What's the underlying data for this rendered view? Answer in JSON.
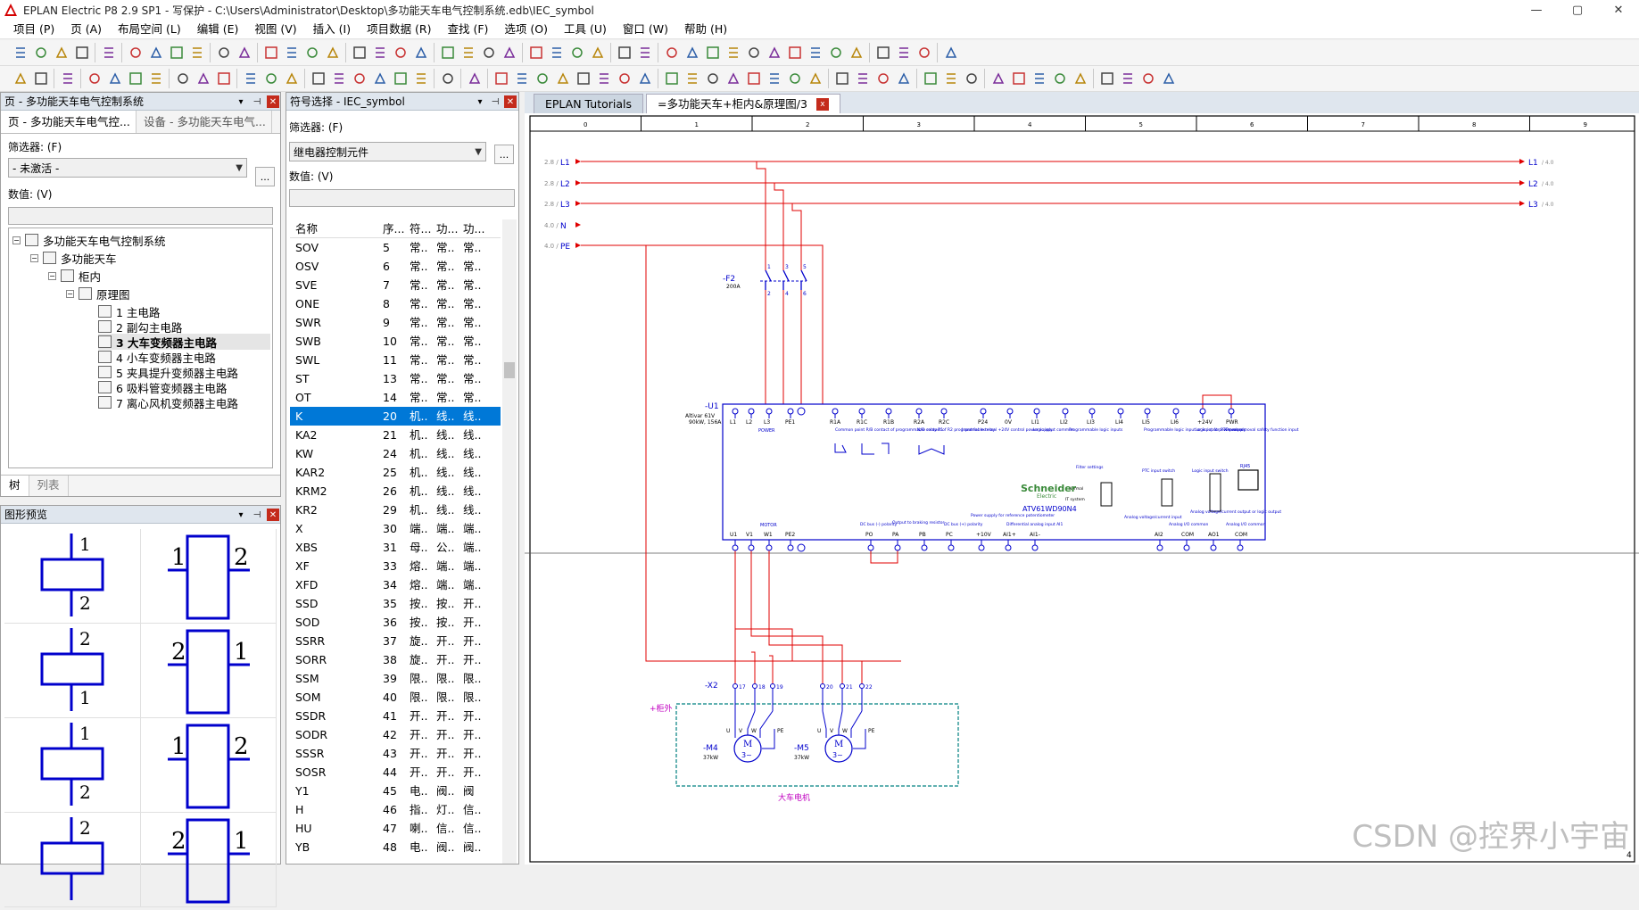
{
  "window": {
    "title": "EPLAN Electric P8 2.9 SP1 - 写保护 - C:\\Users\\Administrator\\Desktop\\多功能天车电气控制系统.edb\\IEC_symbol",
    "minimize": "—",
    "maximize": "▢",
    "close": "✕"
  },
  "menu": [
    "项目 (P)",
    "页 (A)",
    "布局空间 (L)",
    "编辑 (E)",
    "视图 (V)",
    "插入 (I)",
    "项目数据 (R)",
    "查找 (F)",
    "选项 (O)",
    "工具 (U)",
    "窗口 (W)",
    "帮助 (H)"
  ],
  "pages_panel": {
    "header": "页 - 多功能天车电气控制系统",
    "tab_pages": "页 - 多功能天车电气控...",
    "tab_devices": "设备 - 多功能天车电气...",
    "filter_label": "筛选器: (F)",
    "filter_value": "- 未激活 -",
    "value_label": "数值: (V)",
    "tree": {
      "project": "多功能天车电气控制系统",
      "function": "多功能天车",
      "location": "柜内",
      "folder": "原理图",
      "pages": [
        "1 主电路",
        "2 副勾主电路",
        "3 大车变频器主电路",
        "4 小车变频器主电路",
        "5 夹具提升变频器主电路",
        "6 吸料管变频器主电路",
        "7 离心风机变频器主电路"
      ],
      "selected_index": 2
    },
    "bottom_tab_tree": "树",
    "bottom_tab_list": "列表"
  },
  "preview_panel": {
    "header": "图形预览",
    "cells": [
      {
        "top": "1",
        "bottom": "2",
        "kind": "coil"
      },
      {
        "left": "1",
        "right": "2",
        "kind": "box"
      },
      {
        "top": "2",
        "bottom": "1",
        "kind": "coil"
      },
      {
        "left": "2",
        "right": "1",
        "kind": "box"
      },
      {
        "top": "1",
        "bottom": "2",
        "kind": "coil"
      },
      {
        "left": "1",
        "right": "2",
        "kind": "box"
      },
      {
        "top": "2",
        "bottom": "",
        "kind": "coil"
      },
      {
        "left": "2",
        "right": "1",
        "kind": "box"
      }
    ]
  },
  "symbol_panel": {
    "header": "符号选择 - IEC_symbol",
    "filter_label": "筛选器: (F)",
    "filter_value": "继电器控制元件",
    "value_label": "数值: (V)",
    "columns": [
      "名称",
      "序...",
      "符...",
      "功...",
      "功..."
    ],
    "rows": [
      [
        "SOV",
        "5",
        "常..",
        "常..",
        "常.."
      ],
      [
        "OSV",
        "6",
        "常..",
        "常..",
        "常.."
      ],
      [
        "SVE",
        "7",
        "常..",
        "常..",
        "常.."
      ],
      [
        "ONE",
        "8",
        "常..",
        "常..",
        "常.."
      ],
      [
        "SWR",
        "9",
        "常..",
        "常..",
        "常.."
      ],
      [
        "SWB",
        "10",
        "常..",
        "常..",
        "常.."
      ],
      [
        "SWL",
        "11",
        "常..",
        "常..",
        "常.."
      ],
      [
        "ST",
        "13",
        "常..",
        "常..",
        "常.."
      ],
      [
        "OT",
        "14",
        "常..",
        "常..",
        "常.."
      ],
      [
        "K",
        "20",
        "机..",
        "线..",
        "线.."
      ],
      [
        "KA2",
        "21",
        "机..",
        "线..",
        "线.."
      ],
      [
        "KW",
        "24",
        "机..",
        "线..",
        "线.."
      ],
      [
        "KAR2",
        "25",
        "机..",
        "线..",
        "线.."
      ],
      [
        "KRM2",
        "26",
        "机..",
        "线..",
        "线.."
      ],
      [
        "KR2",
        "29",
        "机..",
        "线..",
        "线.."
      ],
      [
        "X",
        "30",
        "端..",
        "端..",
        "端.."
      ],
      [
        "XBS",
        "31",
        "母..",
        "公..",
        "端.."
      ],
      [
        "XF",
        "33",
        "熔..",
        "端..",
        "端.."
      ],
      [
        "XFD",
        "34",
        "熔..",
        "端..",
        "端.."
      ],
      [
        "SSD",
        "35",
        "按..",
        "按..",
        "开.."
      ],
      [
        "SOD",
        "36",
        "按..",
        "按..",
        "开.."
      ],
      [
        "SSRR",
        "37",
        "旋..",
        "开..",
        "开.."
      ],
      [
        "SORR",
        "38",
        "旋..",
        "开..",
        "开.."
      ],
      [
        "SSM",
        "39",
        "限..",
        "限..",
        "限.."
      ],
      [
        "SOM",
        "40",
        "限..",
        "限..",
        "限.."
      ],
      [
        "SSDR",
        "41",
        "开..",
        "开..",
        "开.."
      ],
      [
        "SODR",
        "42",
        "开..",
        "开..",
        "开.."
      ],
      [
        "SSSR",
        "43",
        "开..",
        "开..",
        "开.."
      ],
      [
        "SOSR",
        "44",
        "开..",
        "开..",
        "开.."
      ],
      [
        "Y1",
        "45",
        "电..",
        "阀..",
        "阀"
      ],
      [
        "H",
        "46",
        "指..",
        "灯..",
        "信.."
      ],
      [
        "HU",
        "47",
        "喇..",
        "信..",
        "信.."
      ],
      [
        "YB",
        "48",
        "电..",
        "阀..",
        "阀.."
      ]
    ],
    "selected_index": 9
  },
  "doc_tabs": {
    "tab1": "EPLAN Tutorials",
    "tab2": "=多功能天车+柜内&原理图/3",
    "close": "x"
  },
  "schematic": {
    "columns": [
      "0",
      "1",
      "2",
      "3",
      "4",
      "5",
      "6",
      "7",
      "8",
      "9"
    ],
    "buses": [
      {
        "ref": "2.8",
        "name": "L1",
        "out": "L1",
        "out_ref": "4.0"
      },
      {
        "ref": "2.8",
        "name": "L2",
        "out": "L2",
        "out_ref": "4.0"
      },
      {
        "ref": "2.8",
        "name": "L3",
        "out": "L3",
        "out_ref": "4.0"
      },
      {
        "ref": "4.0",
        "name": "N"
      },
      {
        "ref": "4.0",
        "name": "PE"
      }
    ],
    "breaker": {
      "tag": "-F2",
      "rating": "200A",
      "top_pins": [
        "1",
        "3",
        "5"
      ],
      "bottom_pins": [
        "2",
        "4",
        "6"
      ]
    },
    "drive": {
      "tag": "-U1",
      "desc1": "Altivar 61V",
      "desc2": "90kW, 156A",
      "brand1": "Schneider",
      "brand2": "Electric",
      "model": "ATV61WD90N4",
      "top_pins": [
        "L1",
        "L2",
        "L3",
        "PE1",
        "R1A",
        "R1C",
        "R1B",
        "R2A",
        "R2C",
        "P24",
        "0V",
        "LI1",
        "LI2",
        "LI3",
        "LI4",
        "LI5",
        "LI6",
        "+24V",
        "PWR"
      ],
      "bottom_pins": [
        "U1",
        "V1",
        "W1",
        "PE2",
        "PO",
        "PA",
        "PB",
        "PC",
        "+10V",
        "AI1+",
        "AI1-",
        "AI2",
        "COM",
        "AO1",
        "COM"
      ],
      "label_power": "POWER",
      "label_motor": "MOTOR",
      "label_relay1": "Common point R/B contact of programmable relay R1",
      "label_relay2": "N/O contact of R2 programmable relay",
      "label_supply": "Input for external +24V control power supply",
      "label_logic_common": "Logic input common",
      "label_prog": "Programmable logic inputs",
      "label_prog2": "Programmable logic input or input for PTC probes",
      "label_logic_power": "Logic input power supply",
      "label_power_removal": "Power removal safety function input",
      "label_ptc": "PTC input switch",
      "label_logic_switch": "Logic input switch",
      "label_filter": "Filter settings",
      "label_rj45": "RJ45",
      "label_norm": "Normal",
      "label_it": "IT system",
      "label_dc_pol": "DC bus (-) polarity",
      "label_braking": "Output to braking resistor",
      "label_dc_pol2": "DC bus (+) polarity",
      "label_ref": "Power supply for reference potentiometer",
      "label_diff": "Differential analog input AI1",
      "label_analog": "Analog voltage/current input",
      "label_analog_common": "Analog I/O common",
      "label_analog_out": "Analog voltage/current output or logic output",
      "label_analog_common2": "Analog I/O common"
    },
    "terminal": {
      "tag": "-X2",
      "pins": [
        "17",
        "18",
        "19",
        "20",
        "21",
        "22"
      ]
    },
    "location_box": {
      "tag": "+柜外",
      "caption": "大车电机"
    },
    "motors": [
      {
        "tag": "-M4",
        "power": "37kW",
        "letter": "M",
        "phase": "3~",
        "pins": [
          "U",
          "V",
          "W",
          "PE"
        ]
      },
      {
        "tag": "-M5",
        "power": "37kW",
        "letter": "M",
        "phase": "3~",
        "pins": [
          "U",
          "V",
          "W",
          "PE"
        ]
      }
    ],
    "page_number": "4"
  },
  "watermark": "CSDN @控界小宇宙",
  "colors": {
    "wire": "#e00000",
    "device": "#0000cc",
    "location": "#008080",
    "selection": "#0078d7"
  }
}
